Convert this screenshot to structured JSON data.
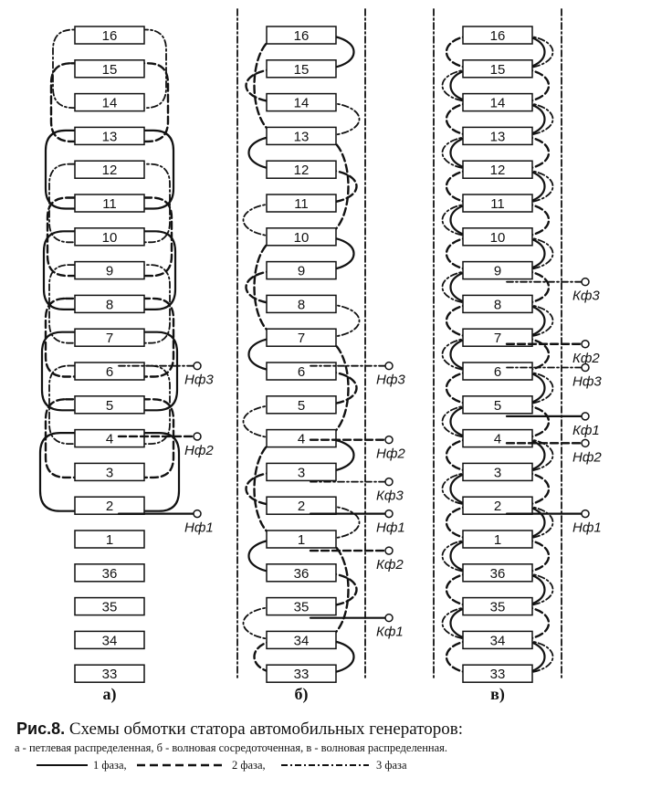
{
  "slot_numbers": [
    "16",
    "15",
    "14",
    "13",
    "12",
    "11",
    "10",
    "9",
    "8",
    "7",
    "6",
    "5",
    "4",
    "3",
    "2",
    "1",
    "36",
    "35",
    "34",
    "33"
  ],
  "panels": [
    {
      "label": "а)",
      "leads": [
        {
          "text": "Нф3",
          "row": 10.1
        },
        {
          "text": "Нф2",
          "row": 12.2
        },
        {
          "text": "Нф1",
          "row": 14.5
        }
      ]
    },
    {
      "label": "б)",
      "leads": [
        {
          "text": "Нф3",
          "row": 10.1
        },
        {
          "text": "Нф2",
          "row": 12.3
        },
        {
          "text": "Кф3",
          "row": 13.55
        },
        {
          "text": "Нф1",
          "row": 14.5
        },
        {
          "text": "Кф2",
          "row": 15.6
        },
        {
          "text": "Кф1",
          "row": 17.6
        }
      ]
    },
    {
      "label": "в)",
      "leads": [
        {
          "text": "Кф3",
          "row": 7.6
        },
        {
          "text": "Кф2",
          "row": 9.45
        },
        {
          "text": "Нф3",
          "row": 10.15
        },
        {
          "text": "Кф1",
          "row": 11.6
        },
        {
          "text": "Нф2",
          "row": 12.4
        },
        {
          "text": "Нф1",
          "row": 14.5
        }
      ]
    }
  ],
  "caption": {
    "figure_label": "Рис.8.",
    "title": "Схемы обмотки статора автомобильных генераторов:",
    "subtitle": "а - петлевая распределенная, б - волновая сосредоточенная, в - волновая распределенная."
  },
  "legend": [
    {
      "style": "solid",
      "label": "1 фаза,"
    },
    {
      "style": "dashed",
      "label": "2 фаза,"
    },
    {
      "style": "dashdot",
      "label": "3 фаза"
    }
  ]
}
